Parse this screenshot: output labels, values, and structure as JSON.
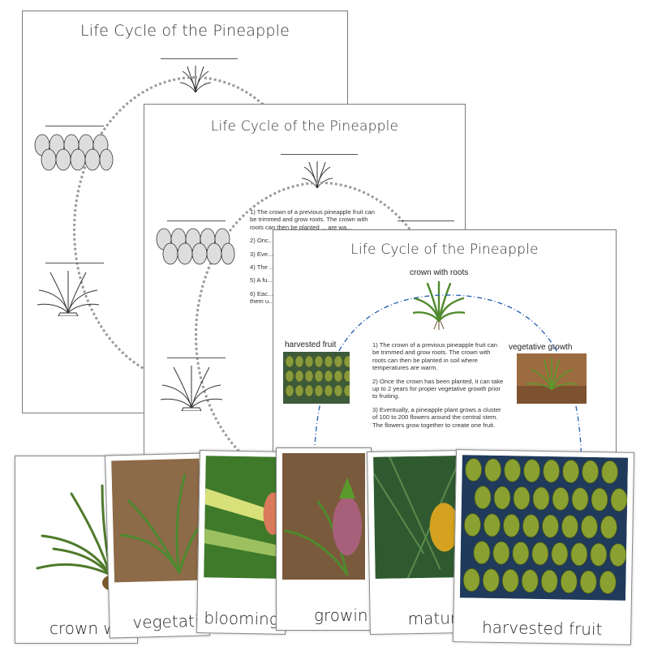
{
  "sheet_back": {
    "title": "Life Cycle of the Pineapple"
  },
  "sheet_middle": {
    "title": "Life Cycle of the Pineapple",
    "steps": [
      "1) The crown of a previous pineapple fruit can be trimmed and grow roots. The crown with roots can then be planted ... are wa...",
      "2) Onc... it can ... veget...",
      "3) Eve... a clus... the ce... togeth...",
      "4) The ... a pine... top.",
      "5) A fu... to fully...",
      "6) Eac... hand t... to be c... pineap... pressu... them u..."
    ]
  },
  "sheet_front": {
    "title": "Life Cycle of the Pineapple",
    "labels": {
      "crown": "crown with roots",
      "harvested": "harvested fruit",
      "vegetative": "vegetative growth"
    },
    "steps": [
      "1) The crown of a previous pineapple fruit can be trimmed and grow roots. The crown with roots can then be planted in soil where temperatures are warm.",
      "2) Once the crown has been planted, it can take up to 2 years for proper vegetative growth prior to fruiting.",
      "3) Eventually, a pineapple plant grows a cluster of 100 to 200 flowers around the central stem. The flowers grow together to create one fruit."
    ]
  },
  "cards": [
    {
      "caption": "crown w"
    },
    {
      "caption": "vegetativ"
    },
    {
      "caption": "blooming"
    },
    {
      "caption": "growin"
    },
    {
      "caption": "matur"
    },
    {
      "caption": "harvested fruit"
    }
  ],
  "colors": {
    "cycle_dots": "#9a9a9a",
    "front_cycle": "#2f66b3",
    "leaf_green": "#4f8a2c",
    "soil": "#8a5a34",
    "fruit_gold": "#d4a21f"
  }
}
